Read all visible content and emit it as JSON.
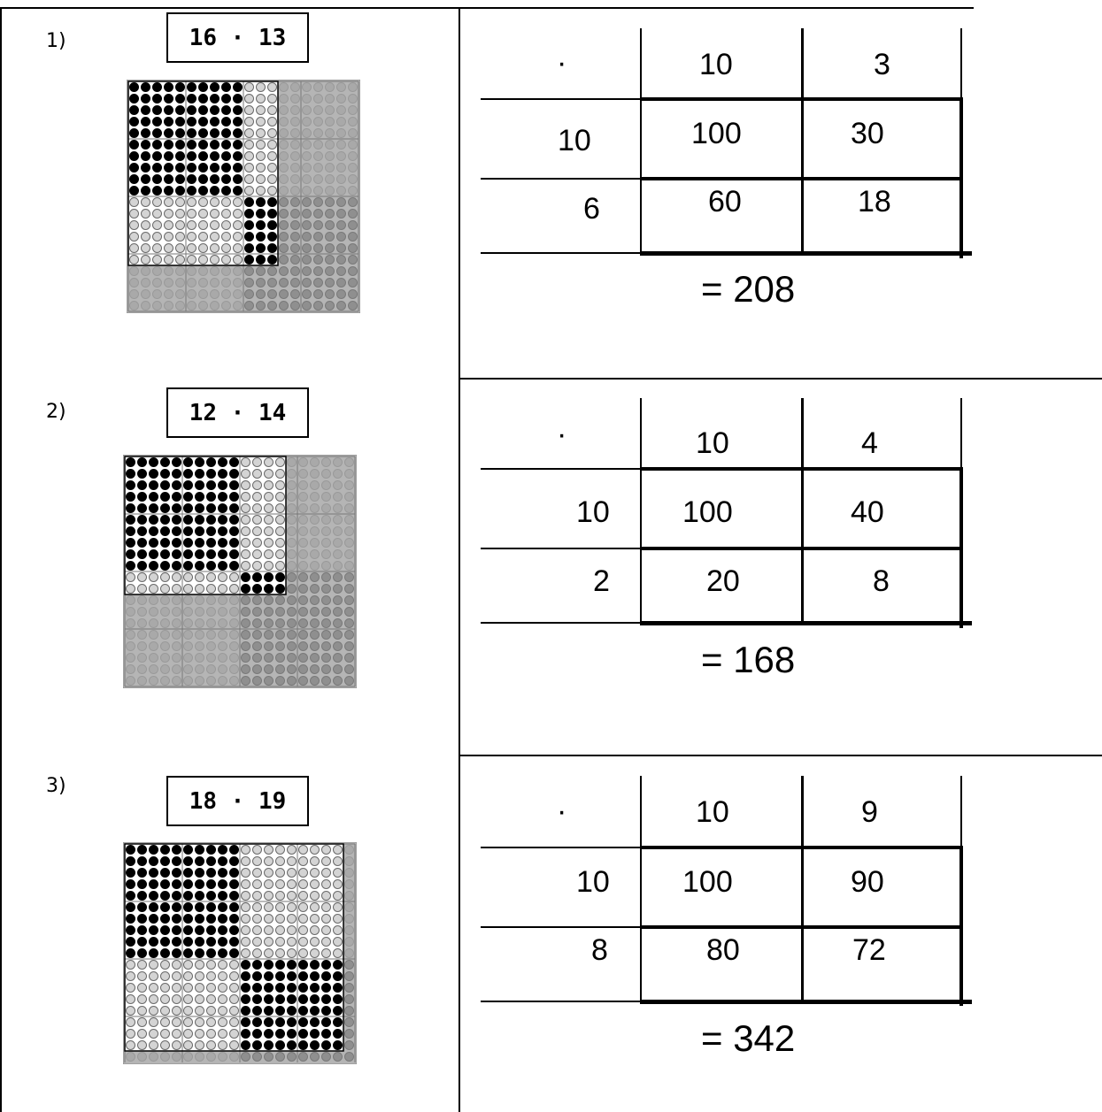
{
  "problems": [
    {
      "number": "1)",
      "expression": "16 · 13",
      "grid": {
        "rows": 16,
        "cols": 13,
        "grid_rows": 20,
        "grid_cols": 20
      },
      "table": {
        "op": "·",
        "col_headers": [
          "10",
          "3"
        ],
        "row_headers": [
          "10",
          "6"
        ],
        "cells": [
          [
            "100",
            "30"
          ],
          [
            "60",
            "18"
          ]
        ],
        "result": "= 208"
      }
    },
    {
      "number": "2)",
      "expression": "12 · 14",
      "grid": {
        "rows": 12,
        "cols": 14,
        "grid_rows": 20,
        "grid_cols": 20
      },
      "table": {
        "op": "·",
        "col_headers": [
          "10",
          "4"
        ],
        "row_headers": [
          "10",
          "2"
        ],
        "cells": [
          [
            "100",
            "40"
          ],
          [
            "20",
            "8"
          ]
        ],
        "result": "= 168"
      }
    },
    {
      "number": "3)",
      "expression": "18 · 19",
      "grid": {
        "rows": 18,
        "cols": 19,
        "grid_rows": 19,
        "grid_cols": 20
      },
      "table": {
        "op": "·",
        "col_headers": [
          "10",
          "9"
        ],
        "row_headers": [
          "10",
          "8"
        ],
        "cells": [
          [
            "100",
            "90"
          ],
          [
            "80",
            "72"
          ]
        ],
        "result": "= 342"
      }
    }
  ]
}
